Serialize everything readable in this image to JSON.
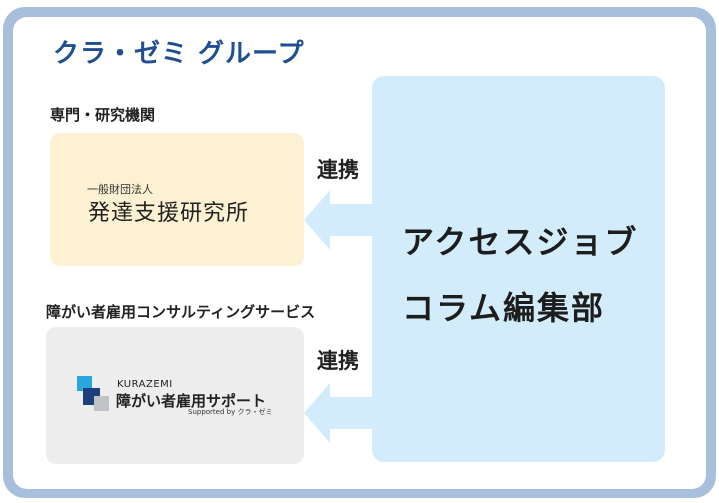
{
  "group_title": "クラ・ゼミ グループ",
  "sections": {
    "research": {
      "label": "専門・研究機関",
      "org_prefix": "一般財団法人",
      "org_name": "発達支援研究所"
    },
    "consulting": {
      "label": "障がい者雇用コンサルティングサービス",
      "logo": {
        "icon": "kurazemi-squares-logo",
        "brand_en": "KURAZEMI",
        "brand_jp": "障がい者雇用サポート",
        "supported_by": "Supported by クラ・ゼミ"
      }
    }
  },
  "relations": {
    "top_label": "連携",
    "bottom_label": "連携"
  },
  "editorial": {
    "line1": "アクセスジョブ",
    "line2": "コラム編集部"
  },
  "colors": {
    "frame": "#a7bfda",
    "title": "#1f4f91",
    "research_card": "#fcf1d2",
    "consulting_card": "#ededed",
    "editorial_box": "#d3ecfb",
    "arrow": "#d3ecfb"
  }
}
